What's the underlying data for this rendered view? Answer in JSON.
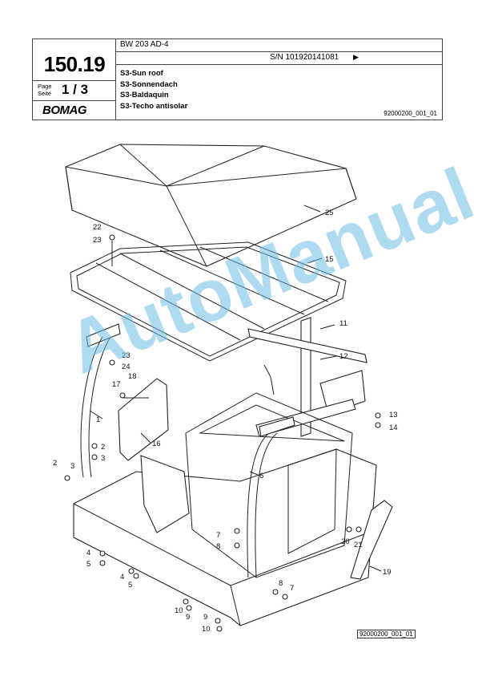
{
  "header": {
    "model": "BW 203 AD-4",
    "serial": "S/N 101920141081",
    "serial_arrow": "▶",
    "page_number": "150.19",
    "page_label_en": "Page",
    "page_label_de": "Seite",
    "page_value": "1 / 3",
    "brand": "BOMAG",
    "titles": [
      "S3-Sun roof",
      "S3-Sonnendach",
      "S3-Baldaquin",
      "S3-Techo antisolar"
    ],
    "doc_id": "92000200_001_01"
  },
  "drawing": {
    "callouts": [
      "25",
      "15",
      "22",
      "23",
      "11",
      "12",
      "23",
      "24",
      "17",
      "18",
      "1",
      "16",
      "13",
      "14",
      "2",
      "3",
      "2",
      "3",
      "6",
      "7",
      "8",
      "20",
      "21",
      "19",
      "4",
      "5",
      "4",
      "5",
      "8",
      "7",
      "10",
      "9",
      "9",
      "10"
    ],
    "figure_id": "92000200_001_01"
  },
  "watermark": "AutoManual"
}
